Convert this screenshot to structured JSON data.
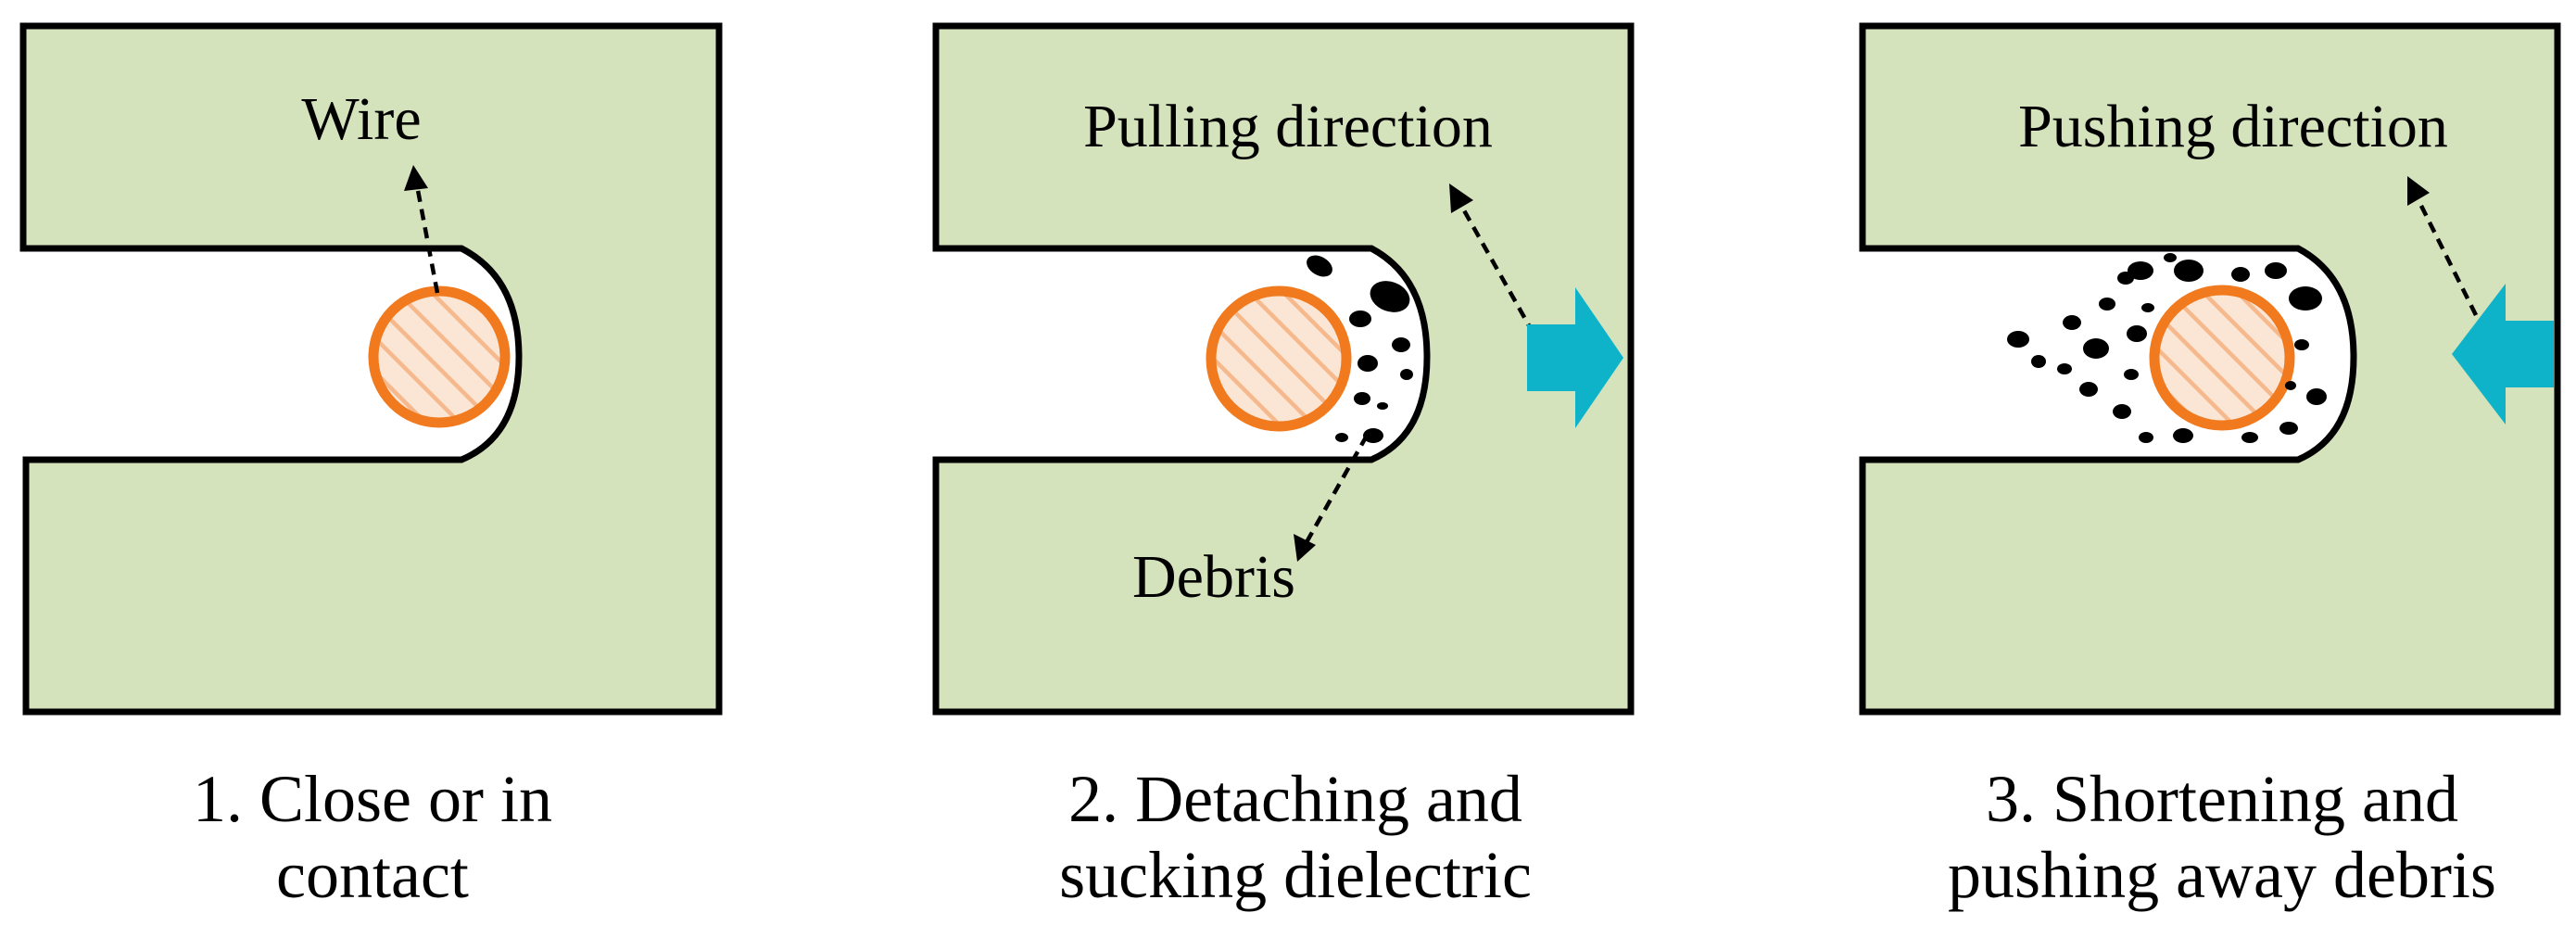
{
  "panels": [
    {
      "id": "close-or-in-contact",
      "label": "Wire",
      "caption_lines": [
        "1. Close or in",
        "contact"
      ]
    },
    {
      "id": "detaching",
      "label": "Pulling direction",
      "label2": "Debris",
      "caption_lines": [
        "2. Detaching and",
        "sucking dielectric"
      ]
    },
    {
      "id": "shortening",
      "label": "Pushing direction",
      "caption_lines": [
        "3. Shortening and",
        "pushing away debris"
      ]
    }
  ],
  "colors": {
    "workpiece_fill": "#d5e3bd",
    "wire": "#f07a1d",
    "force_arrow": "#0fb3c9",
    "outline": "#000000"
  }
}
